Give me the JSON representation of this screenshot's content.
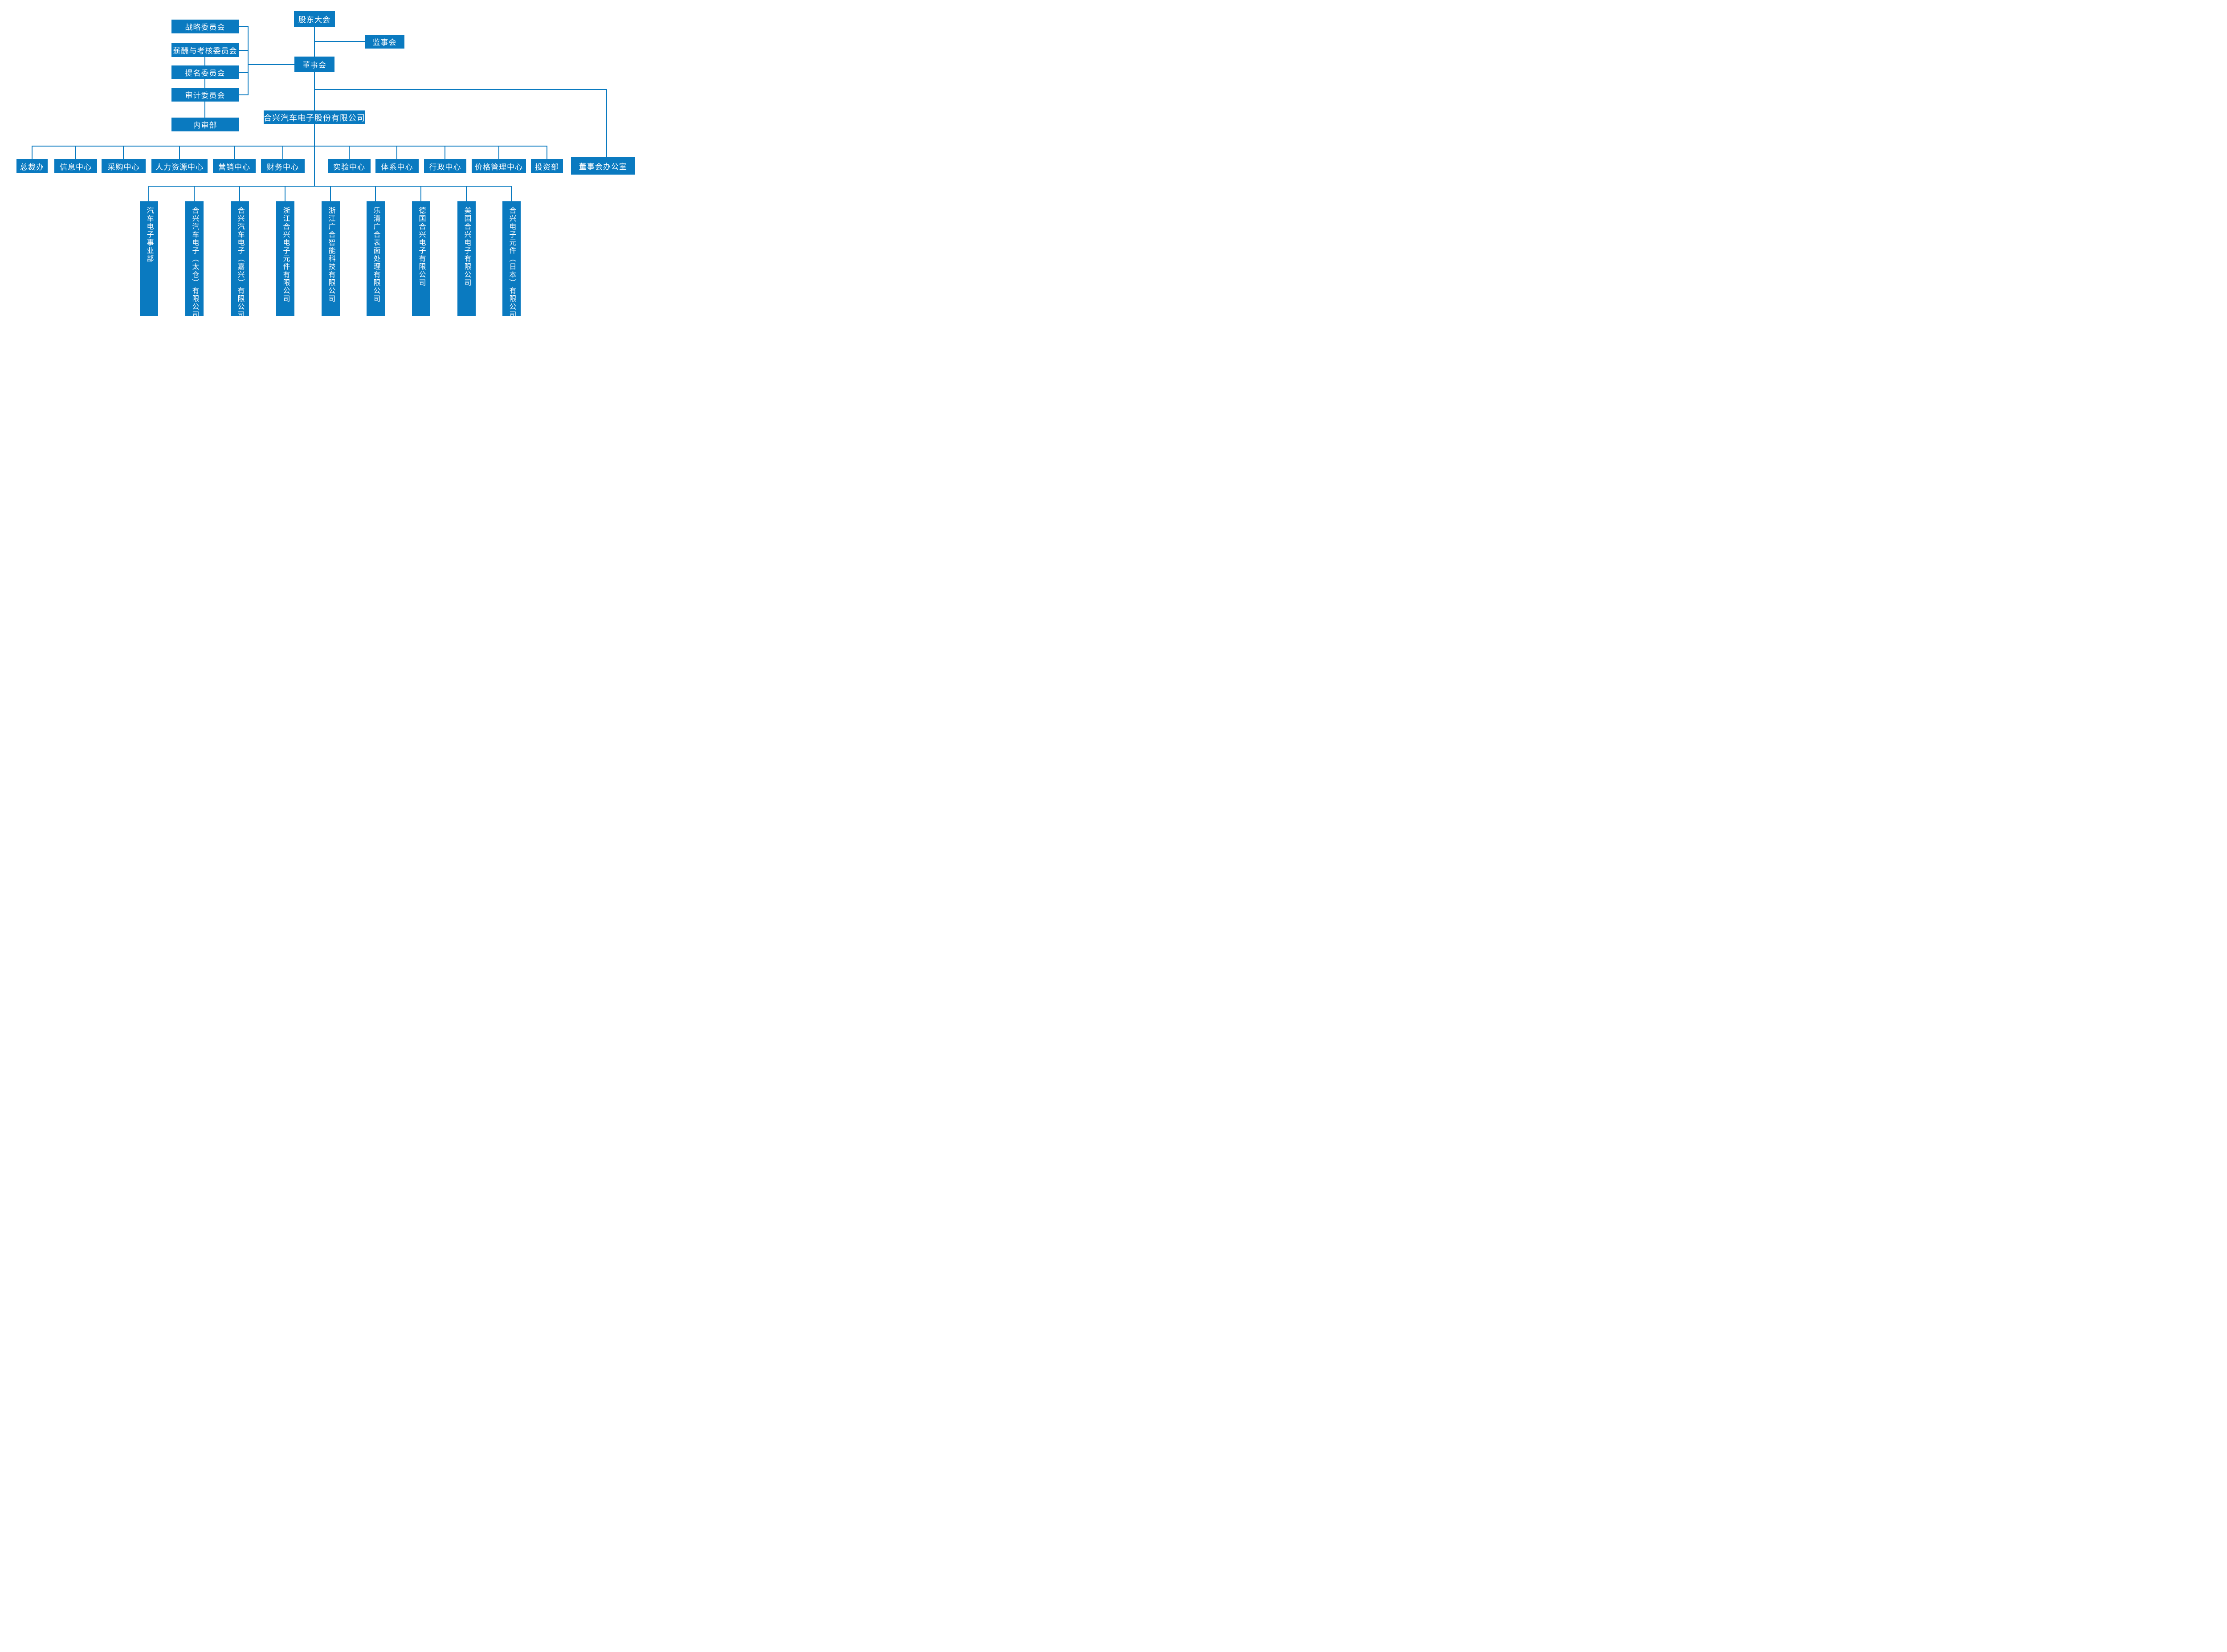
{
  "org": {
    "colors": {
      "box_fill": "#0a7ac0",
      "box_text": "#ffffff",
      "connector": "#0a7ac0",
      "background": "#ffffff"
    },
    "top": {
      "shareholders": "股东大会",
      "supervisory": "监事会",
      "board": "董事会"
    },
    "committees": [
      "战略委员会",
      "薪酬与考核委员会",
      "提名委员会",
      "审计委员会"
    ],
    "internal_audit": "内审部",
    "parent_company": "合兴汽车电子股份有限公司",
    "centers": [
      "总裁办",
      "信息中心",
      "采购中心",
      "人力资源中心",
      "营销中心",
      "财务中心",
      "实验中心",
      "体系中心",
      "行政中心",
      "价格管理中心",
      "投资部"
    ],
    "board_office": "董事会办公室",
    "subsidiaries": [
      "汽车电子事业部",
      "合兴汽车电子（太仓）有限公司",
      "合兴汽车电子（嘉兴）有限公司",
      "浙江合兴电子元件有限公司",
      "浙江广合智能科技有限公司",
      "乐清广合表面处理有限公司",
      "德国合兴电子有限公司",
      "美国合兴电子有限公司",
      "合兴电子元件（日本）有限公司"
    ]
  }
}
